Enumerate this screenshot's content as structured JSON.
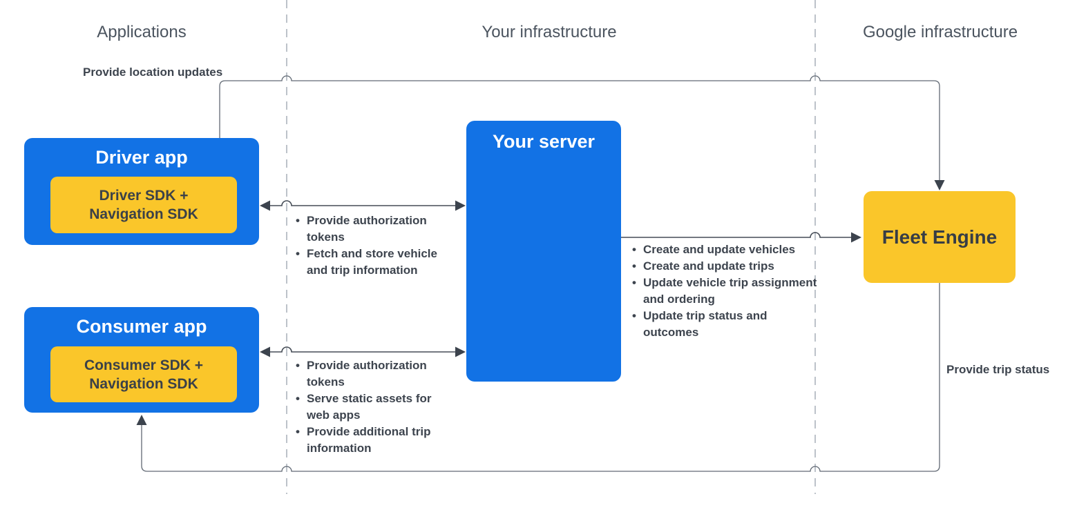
{
  "lanes": {
    "applications": "Applications",
    "your_infrastructure": "Your infrastructure",
    "google_infrastructure": "Google infrastructure"
  },
  "nodes": {
    "driver_app": {
      "title": "Driver app",
      "sdk": "Driver SDK + Navigation SDK"
    },
    "consumer_app": {
      "title": "Consumer app",
      "sdk": "Consumer SDK + Navigation SDK"
    },
    "your_server": {
      "title": "Your server"
    },
    "fleet_engine": {
      "title": "Fleet Engine"
    }
  },
  "edge_labels": {
    "provide_location_updates": "Provide location updates",
    "provide_trip_status": "Provide trip status"
  },
  "annotations": {
    "driver_server": [
      "Provide authorization tokens",
      "Fetch and store vehicle and trip information"
    ],
    "server_fleet": [
      "Create and update vehicles",
      "Create and update trips",
      "Update vehicle trip assignment and ordering",
      "Update trip status and outcomes"
    ],
    "consumer_server": [
      "Provide authorization tokens",
      "Serve static assets for web apps",
      "Provide additional trip information"
    ]
  },
  "colors": {
    "node_blue": "#1272e5",
    "node_yellow": "#fac62a",
    "text_dark": "#3d444e",
    "header_text": "#4b545f",
    "connector": "#454c56",
    "connector_thin": "#606873",
    "divider_dashed": "#bcc2c9"
  }
}
